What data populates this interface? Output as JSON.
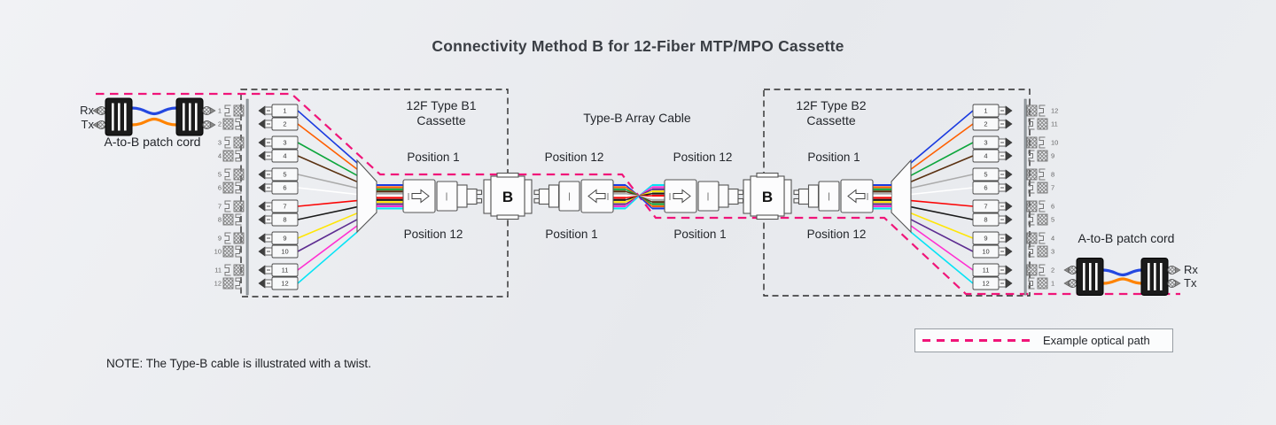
{
  "title": "Connectivity Method B for 12-Fiber MTP/MPO Cassette",
  "note": "NOTE: The Type-B cable is illustrated with a twist.",
  "legend": {
    "label": "Example optical path"
  },
  "adapter_label": "B",
  "array_cable": {
    "label": "Type-B Array Cable",
    "left_position_top": "Position 12",
    "left_position_bottom": "Position 1",
    "right_position_top": "Position 12",
    "right_position_bottom": "Position 1"
  },
  "cassette_left": {
    "title_line1": "12F Type B1",
    "title_line2": "Cassette",
    "position_top": "Position 1",
    "position_bottom": "Position 12",
    "port_numbers": [
      "1",
      "2",
      "3",
      "4",
      "5",
      "6",
      "7",
      "8",
      "9",
      "10",
      "11",
      "12"
    ],
    "connector_numbers": [
      "1",
      "2",
      "3",
      "4",
      "5",
      "6",
      "7",
      "8",
      "9",
      "10",
      "11",
      "12"
    ]
  },
  "cassette_right": {
    "title_line1": "12F Type B2",
    "title_line2": "Cassette",
    "position_top": "Position 1",
    "position_bottom": "Position 12",
    "port_numbers": [
      "12",
      "11",
      "10",
      "9",
      "8",
      "7",
      "6",
      "5",
      "4",
      "3",
      "2",
      "1"
    ],
    "connector_numbers": [
      "1",
      "2",
      "3",
      "4",
      "5",
      "6",
      "7",
      "8",
      "9",
      "10",
      "11",
      "12"
    ]
  },
  "patch_cord_left": {
    "label": "A-to-B patch cord",
    "rx": "Rx",
    "tx": "Tx"
  },
  "patch_cord_right": {
    "label": "A-to-B patch cord",
    "rx": "Rx",
    "tx": "Tx"
  },
  "colors": {
    "optical_path": "#f01579",
    "wire_rx": "#2448e0",
    "wire_tx": "#ff8300",
    "fibers": [
      {
        "name": "blue",
        "hex": "#1a3be0"
      },
      {
        "name": "orange",
        "hex": "#ff5f00"
      },
      {
        "name": "green",
        "hex": "#0da63c"
      },
      {
        "name": "brown",
        "hex": "#5b3212"
      },
      {
        "name": "slate",
        "hex": "#ababab"
      },
      {
        "name": "white",
        "hex": "#ffffff"
      },
      {
        "name": "red",
        "hex": "#fb0505"
      },
      {
        "name": "black",
        "hex": "#1a1a1a"
      },
      {
        "name": "yellow",
        "hex": "#ffe606"
      },
      {
        "name": "violet",
        "hex": "#5e2d91"
      },
      {
        "name": "rose",
        "hex": "#ff2fd1"
      },
      {
        "name": "aqua",
        "hex": "#06e4f5"
      }
    ]
  }
}
